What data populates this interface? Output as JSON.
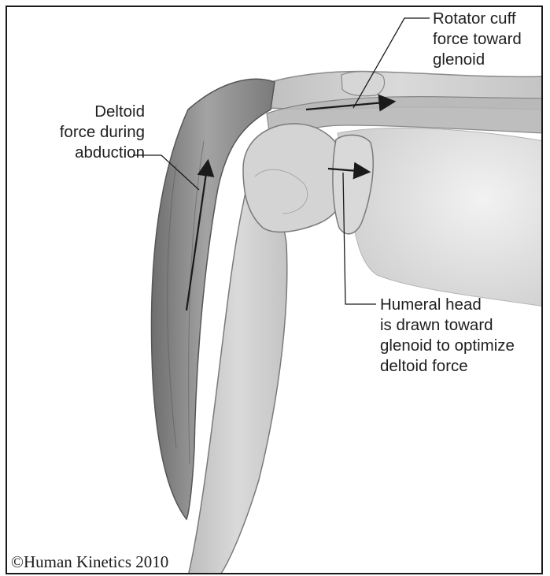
{
  "labels": {
    "rotator_cuff": "Rotator cuff\nforce toward\nglenoid",
    "deltoid": "Deltoid\nforce during\nabduction",
    "humeral_head": "Humeral head\nis drawn toward\nglenoid to optimize\ndeltoid force"
  },
  "copyright": "©Human Kinetics 2010",
  "colors": {
    "frame": "#1a1a1a",
    "bone": "#cfcfcf",
    "muscle": "#8f8f8f",
    "background_tissue": "#e2e2e2",
    "arrow": "#1a1a1a"
  }
}
